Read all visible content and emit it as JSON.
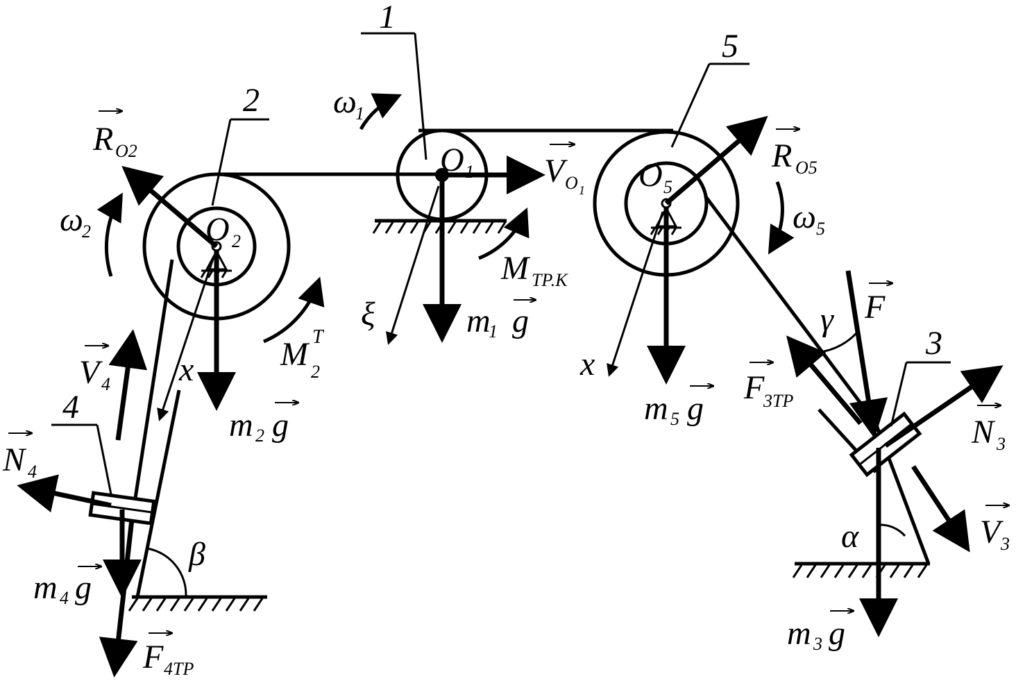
{
  "labels": {
    "body1": "1",
    "body2": "2",
    "body3": "3",
    "body4": "4",
    "body5": "5",
    "omega": "ω",
    "omega1_sub": "1",
    "omega2_sub": "2",
    "omega5_sub": "5",
    "O": "O",
    "O1_sub": "1",
    "O2_sub": "2",
    "O5_sub": "5",
    "R": "R",
    "RO2_sub": "O2",
    "RO5_sub": "O5",
    "V": "V",
    "VO1_sub": "O",
    "VO1_sub2": "1",
    "V4_sub": "4",
    "V3_sub": "3",
    "M": "M",
    "MTRK_sub": "ТР.К",
    "M2_sub": "2",
    "M2_sup": "T",
    "m": "m",
    "g": "g",
    "m1_sub": "1",
    "m2_sub": "2",
    "m3_sub": "3",
    "m4_sub": "4",
    "m5_sub": "5",
    "xi": "ξ",
    "x": "x",
    "N": "N",
    "N3_sub": "3",
    "N4_sub": "4",
    "F": "F",
    "F3TR_sub": "3ТР",
    "F4TR_sub": "4ТР",
    "alpha": "α",
    "beta": "β",
    "gamma": "γ"
  }
}
